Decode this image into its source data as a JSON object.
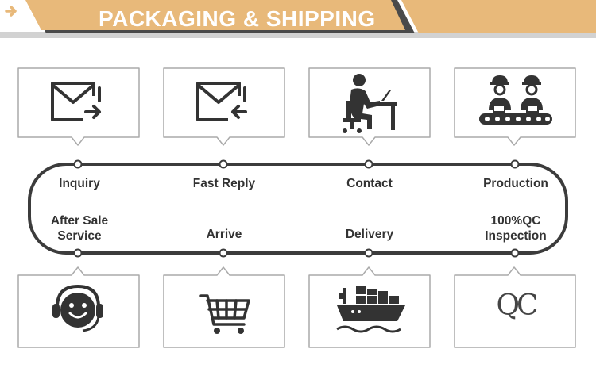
{
  "header": {
    "title": "PACKAGING & SHIPPING",
    "colors": {
      "banner": "#e8b97a",
      "dark": "#4a4a4a",
      "accent_line": "#c8c8c8"
    }
  },
  "process": {
    "top_steps": [
      {
        "label": "Inquiry",
        "icon": "envelope-arrow-out-icon"
      },
      {
        "label": "Fast Reply",
        "icon": "envelope-arrow-in-icon"
      },
      {
        "label": "Contact",
        "icon": "person-at-desk-icon"
      },
      {
        "label": "Production",
        "icon": "workers-conveyor-icon"
      }
    ],
    "bottom_steps": [
      {
        "label": "After Sale\nService",
        "icon": "headset-smiley-icon"
      },
      {
        "label": "Arrive",
        "icon": "shopping-cart-icon"
      },
      {
        "label": "Delivery",
        "icon": "cargo-ship-icon"
      },
      {
        "label": "100%QC\nInspection",
        "icon": "qc-icon"
      }
    ],
    "qc_text": "QC"
  }
}
